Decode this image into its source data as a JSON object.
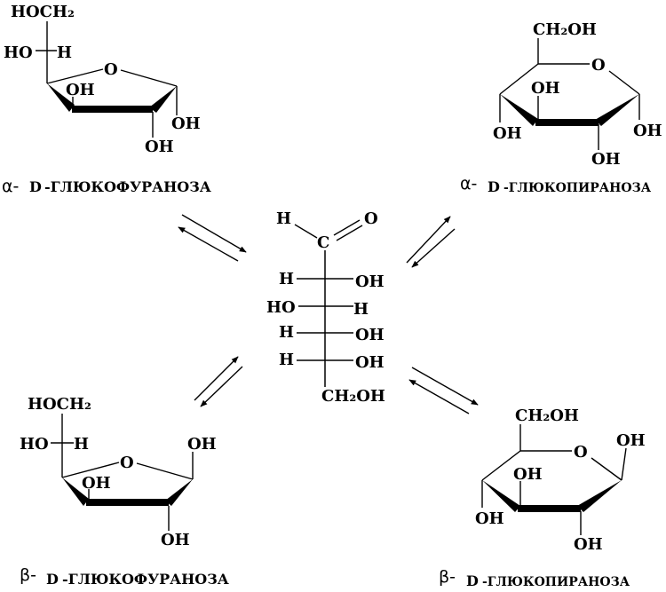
{
  "diagram": {
    "center": {
      "aldehyde_h": "H",
      "aldehyde_o": "O",
      "carbon": "C",
      "rows": [
        {
          "left": "H",
          "right": "OH"
        },
        {
          "left": "HO",
          "right": "H"
        },
        {
          "left": "H",
          "right": "OH"
        },
        {
          "left": "H",
          "right": "OH"
        }
      ],
      "bottom": "CH₂OH"
    },
    "alpha_furanose": {
      "top": "HOCH₂",
      "side_left": "HO",
      "side_right": "H",
      "ring_o": "O",
      "oh_inner": "OH",
      "oh_right": "OH",
      "oh_bottom": "OH",
      "greek": "α-",
      "caption_d": "D",
      "caption": "-ГЛЮКОФУРАНОЗА"
    },
    "alpha_pyranose": {
      "top": "CH₂OH",
      "ring_o": "O",
      "oh_inner": "OH",
      "oh_left": "OH",
      "oh_right": "OH",
      "oh_bottom": "OH",
      "greek": "α-",
      "caption_d": "D",
      "caption": "-ГЛЮКОПИРАНОЗА"
    },
    "beta_furanose": {
      "top": "HOCH₂",
      "side_left": "HO",
      "side_right": "H",
      "ring_o": "O",
      "oh_top_right": "OH",
      "oh_inner": "OH",
      "oh_bottom": "OH",
      "greek": "β-",
      "caption_d": "D",
      "caption": "-ГЛЮКОФУРАНОЗА"
    },
    "beta_pyranose": {
      "top": "CH₂OH",
      "ring_o": "O",
      "oh_top_right": "OH",
      "oh_inner": "OH",
      "oh_left": "OH",
      "oh_bottom": "OH",
      "greek": "β-",
      "caption_d": "D",
      "caption": "-ГЛЮКОПИРАНОЗА"
    }
  }
}
